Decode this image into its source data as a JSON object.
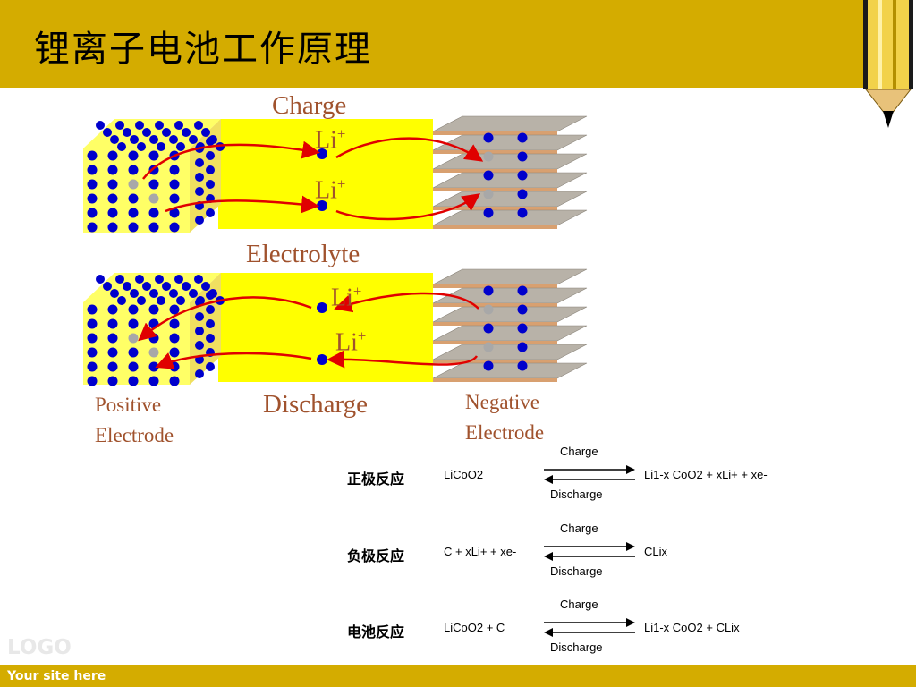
{
  "title": "锂离子电池工作原理",
  "diagram": {
    "charge_label": "Charge",
    "electrolyte_label": "Electrolyte",
    "discharge_label": "Discharge",
    "ion_label": "Li",
    "ion_charge": "+",
    "positive_electrode": [
      "Positive",
      "Electrode"
    ],
    "negative_electrode": [
      "Negative",
      "Electrode"
    ]
  },
  "reactions": [
    {
      "name": "正极反应",
      "left": "LiCoO2",
      "right": "Li1-x  CoO2 + xLi+ + xe-",
      "forward": "Charge",
      "backward": "Discharge"
    },
    {
      "name": "负极反应",
      "left": "C + xLi+ + xe-",
      "right": "CLix",
      "forward": "Charge",
      "backward": "Discharge"
    },
    {
      "name": "电池反应",
      "left": "LiCoO2 + C",
      "right": "Li1-x  CoO2 + CLix",
      "forward": "Charge",
      "backward": "Discharge"
    }
  ],
  "footer": {
    "logo": "LOGO",
    "site": "Your site here"
  },
  "colors": {
    "accent": "#d4ac00",
    "label": "#a0522d",
    "arrow": "#e00000",
    "ion": "#0000cc",
    "electrolyte": "#ffff00"
  }
}
